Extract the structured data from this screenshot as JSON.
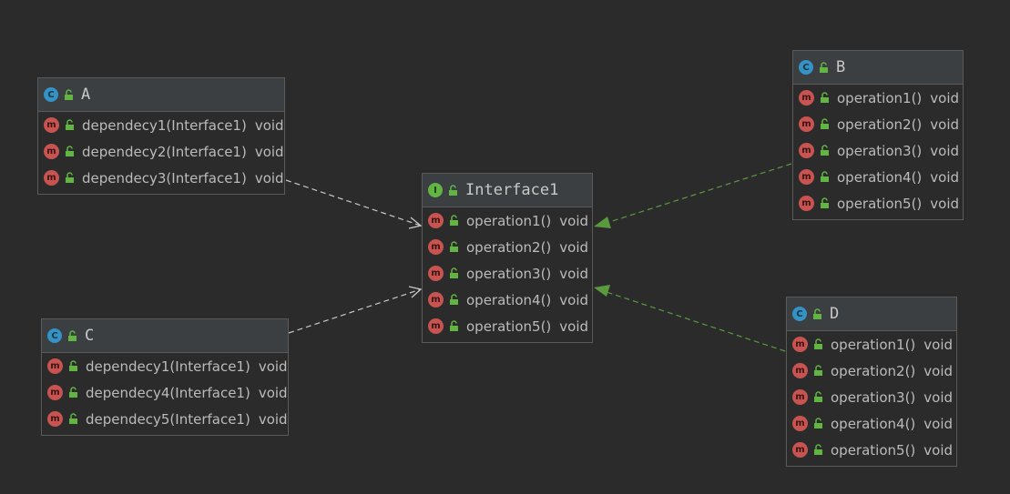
{
  "colors": {
    "background": "#2b2b2b",
    "header": "#3c3f41",
    "border": "#5a5a5a",
    "text": "#bbbbbb",
    "class_badge": "#3592c4",
    "interface_badge": "#62b543",
    "method_badge": "#c75450",
    "realization_edge": "#5a9a3f",
    "dependency_edge": "#c8c8c8"
  },
  "icons": {
    "class": "class-icon",
    "interface": "interface-icon",
    "method": "method-icon",
    "visibility": "public-lock-icon"
  },
  "nodes": {
    "A": {
      "kind": "class",
      "badge": "C",
      "name": "A",
      "members": [
        {
          "badge": "m",
          "signature": "dependecy1(Interface1)",
          "return_type": "void"
        },
        {
          "badge": "m",
          "signature": "dependecy2(Interface1)",
          "return_type": "void"
        },
        {
          "badge": "m",
          "signature": "dependecy3(Interface1)",
          "return_type": "void"
        }
      ]
    },
    "C": {
      "kind": "class",
      "badge": "C",
      "name": "C",
      "members": [
        {
          "badge": "m",
          "signature": "dependecy1(Interface1)",
          "return_type": "void"
        },
        {
          "badge": "m",
          "signature": "dependecy4(Interface1)",
          "return_type": "void"
        },
        {
          "badge": "m",
          "signature": "dependecy5(Interface1)",
          "return_type": "void"
        }
      ]
    },
    "Interface1": {
      "kind": "interface",
      "badge": "I",
      "name": "Interface1",
      "members": [
        {
          "badge": "m",
          "signature": "operation1()",
          "return_type": "void"
        },
        {
          "badge": "m",
          "signature": "operation2()",
          "return_type": "void"
        },
        {
          "badge": "m",
          "signature": "operation3()",
          "return_type": "void"
        },
        {
          "badge": "m",
          "signature": "operation4()",
          "return_type": "void"
        },
        {
          "badge": "m",
          "signature": "operation5()",
          "return_type": "void"
        }
      ]
    },
    "B": {
      "kind": "class",
      "badge": "C",
      "name": "B",
      "members": [
        {
          "badge": "m",
          "signature": "operation1()",
          "return_type": "void"
        },
        {
          "badge": "m",
          "signature": "operation2()",
          "return_type": "void"
        },
        {
          "badge": "m",
          "signature": "operation3()",
          "return_type": "void"
        },
        {
          "badge": "m",
          "signature": "operation4()",
          "return_type": "void"
        },
        {
          "badge": "m",
          "signature": "operation5()",
          "return_type": "void"
        }
      ]
    },
    "D": {
      "kind": "class",
      "badge": "C",
      "name": "D",
      "members": [
        {
          "badge": "m",
          "signature": "operation1()",
          "return_type": "void"
        },
        {
          "badge": "m",
          "signature": "operation2()",
          "return_type": "void"
        },
        {
          "badge": "m",
          "signature": "operation3()",
          "return_type": "void"
        },
        {
          "badge": "m",
          "signature": "operation4()",
          "return_type": "void"
        },
        {
          "badge": "m",
          "signature": "operation5()",
          "return_type": "void"
        }
      ]
    }
  },
  "edges": [
    {
      "from": "A",
      "to": "Interface1",
      "type": "dependency"
    },
    {
      "from": "C",
      "to": "Interface1",
      "type": "dependency"
    },
    {
      "from": "B",
      "to": "Interface1",
      "type": "realization"
    },
    {
      "from": "D",
      "to": "Interface1",
      "type": "realization"
    }
  ]
}
